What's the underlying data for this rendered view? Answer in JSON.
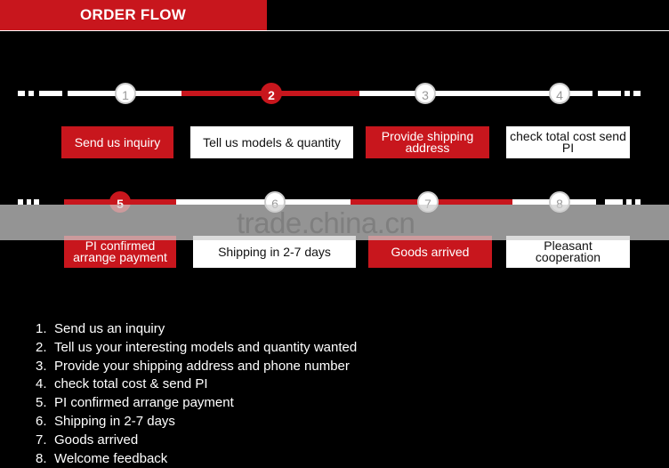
{
  "header": {
    "title": "ORDER FLOW"
  },
  "colors": {
    "accent": "#c8161d",
    "background": "#000000",
    "text": "#ffffff"
  },
  "steps": [
    {
      "number": "1",
      "label": "Send us inquiry"
    },
    {
      "number": "2",
      "label": "Tell us models & quantity"
    },
    {
      "number": "3",
      "label": "Provide shipping address"
    },
    {
      "number": "4",
      "label": "check total cost send PI"
    },
    {
      "number": "5",
      "label": "PI confirmed arrange payment"
    },
    {
      "number": "6",
      "label": "Shipping in 2-7 days"
    },
    {
      "number": "7",
      "label": "Goods arrived"
    },
    {
      "number": "8",
      "label": "Pleasant cooperation"
    }
  ],
  "watermark": "trade.china.cn",
  "list": [
    {
      "num": "1.",
      "text": "Send us an inquiry"
    },
    {
      "num": "2.",
      "text": "Tell us your interesting models and quantity wanted"
    },
    {
      "num": "3.",
      "text": "Provide your shipping address and phone number"
    },
    {
      "num": "4.",
      "text": "check total cost & send PI"
    },
    {
      "num": "5.",
      "text": "PI confirmed arrange payment"
    },
    {
      "num": "6.",
      "text": "Shipping in 2-7 days"
    },
    {
      "num": "7.",
      "text": "Goods arrived"
    },
    {
      "num": "8.",
      "text": "Welcome feedback"
    }
  ]
}
